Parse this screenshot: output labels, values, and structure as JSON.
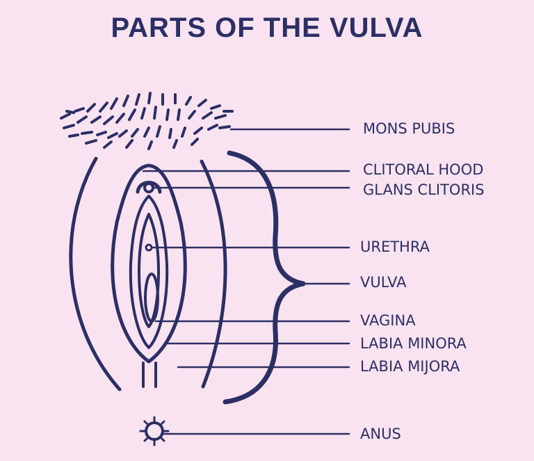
{
  "title": "PARTS OF THE VULVA",
  "colors": {
    "background": "#f9e3f1",
    "ink": "#2c2f64"
  },
  "labels": {
    "mons_pubis": "MONS PUBIS",
    "clitoral_hood": "CLITORAL HOOD",
    "glans_clitoris": "GLANS CLITORIS",
    "urethra": "URETHRA",
    "vulva": "VULVA",
    "vagina": "VAGINA",
    "labia_minora": "LABIA MINORA",
    "labia_majora": "LABIA MIJORA",
    "anus": "ANUS"
  }
}
